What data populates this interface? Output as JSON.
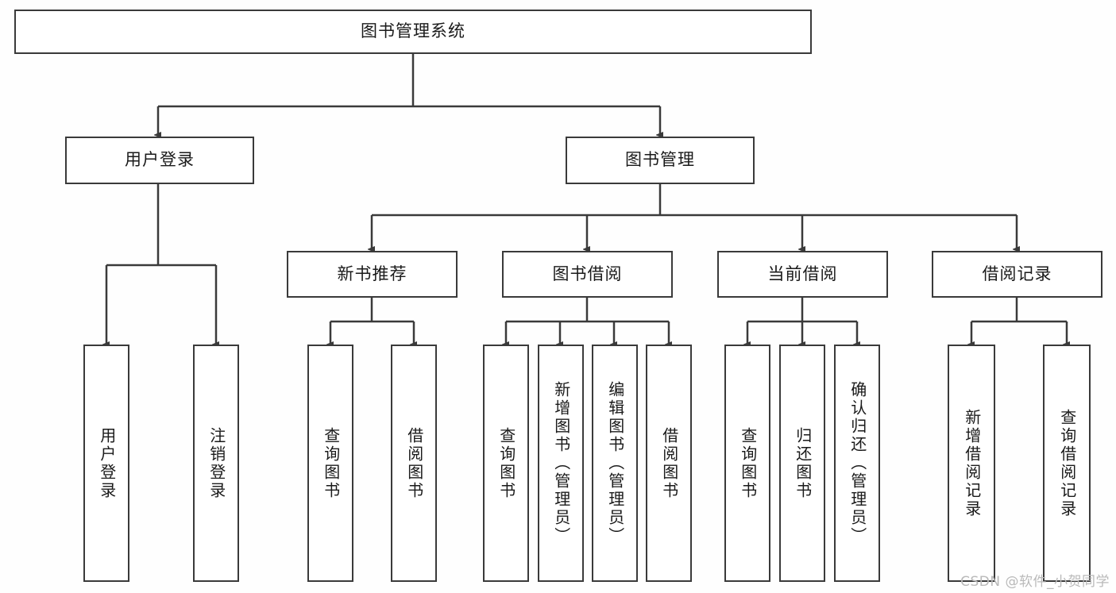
{
  "diagram": {
    "type": "hierarchy-tree",
    "title": "图书管理系统",
    "root": {
      "id": "root",
      "label": "图书管理系统"
    },
    "level1": [
      {
        "id": "user-login",
        "label": "用户登录"
      },
      {
        "id": "book-management",
        "label": "图书管理"
      }
    ],
    "level2": [
      {
        "id": "new-book-recommend",
        "label": "新书推荐",
        "parent": "book-management"
      },
      {
        "id": "book-borrow",
        "label": "图书借阅",
        "parent": "book-management"
      },
      {
        "id": "current-borrow",
        "label": "当前借阅",
        "parent": "book-management"
      },
      {
        "id": "borrow-record",
        "label": "借阅记录",
        "parent": "book-management"
      }
    ],
    "leaves": {
      "user-login": [
        {
          "id": "leaf-user-login",
          "label": "用户登录"
        },
        {
          "id": "leaf-user-logout",
          "label": "注销登录"
        }
      ],
      "new-book-recommend": [
        {
          "id": "leaf-query-book-1",
          "label": "查询图书"
        },
        {
          "id": "leaf-borrow-book-1",
          "label": "借阅图书"
        }
      ],
      "book-borrow": [
        {
          "id": "leaf-query-book-2",
          "label": "查询图书"
        },
        {
          "id": "leaf-add-book",
          "label": "新增图书（管理员）"
        },
        {
          "id": "leaf-edit-book",
          "label": "编辑图书（管理员）"
        },
        {
          "id": "leaf-borrow-book-2",
          "label": "借阅图书"
        }
      ],
      "current-borrow": [
        {
          "id": "leaf-query-book-3",
          "label": "查询图书"
        },
        {
          "id": "leaf-return-book",
          "label": "归还图书"
        },
        {
          "id": "leaf-confirm-return",
          "label": "确认归还（管理员）"
        }
      ],
      "borrow-record": [
        {
          "id": "leaf-add-record",
          "label": "新增借阅记录"
        },
        {
          "id": "leaf-query-record",
          "label": "查询借阅记录"
        }
      ]
    }
  },
  "watermark": {
    "text": "CSDN @软件_小贺同学"
  },
  "colors": {
    "line": "#3a3a3a",
    "box_fill": "#ffffff",
    "text": "#1a1a1a",
    "background": "#fefefe",
    "watermark": "#b9b9b9"
  }
}
